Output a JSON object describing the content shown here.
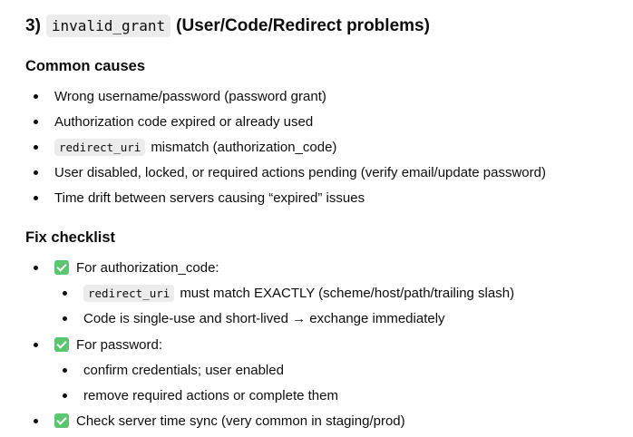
{
  "heading": {
    "prefix": "3)",
    "code": "invalid_grant",
    "suffix": "(User/Code/Redirect problems)"
  },
  "common_causes": {
    "title": "Common causes",
    "items": [
      "Wrong username/password (password grant)",
      "Authorization code expired or already used",
      {
        "code": "redirect_uri",
        "text": "mismatch (authorization_code)"
      },
      "User disabled, locked, or required actions pending (verify email/update password)",
      "Time drift between servers causing “expired” issues"
    ]
  },
  "fix_checklist": {
    "title": "Fix checklist",
    "items": [
      {
        "text": "For authorization_code:",
        "sub": [
          {
            "code": "redirect_uri",
            "text": "must match EXACTLY (scheme/host/path/trailing slash)"
          },
          {
            "text": "Code is single-use and short-lived → exchange immediately"
          }
        ]
      },
      {
        "text": "For password:",
        "sub": [
          {
            "text": "confirm credentials; user enabled"
          },
          {
            "text": "remove required actions or complete them"
          }
        ]
      },
      {
        "text": "Check server time sync (very common in staging/prod)"
      }
    ]
  },
  "icons": {
    "check": "white-heavy-check-mark-icon",
    "color": "#5cc56f"
  }
}
